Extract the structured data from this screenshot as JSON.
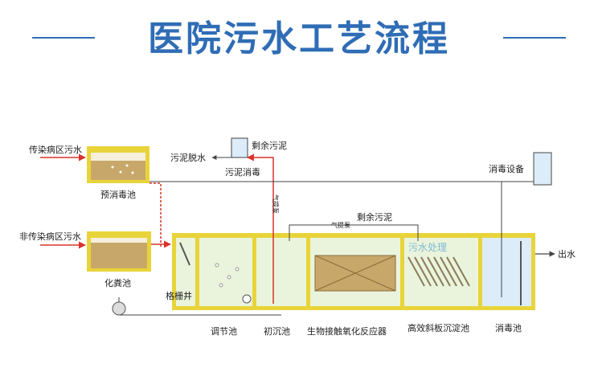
{
  "title": "医院污水工艺流程",
  "inputs": {
    "infectious": "传染病区污水",
    "non_infectious": "非传染病区污水"
  },
  "tanks": {
    "pre_disinfection": "预消毒池",
    "septic": "化粪池",
    "screen_well": "格栅井",
    "regulating": "调节池",
    "primary_settling": "初沉池",
    "bio_contact": "生物接触氧化反应器",
    "inclined_plate": "高效斜板沉淀池",
    "disinfection": "消毒池"
  },
  "labels": {
    "surplus_sludge_top": "剩余污泥",
    "sludge_dewatering": "污泥脱水",
    "sludge_disinfection": "污泥消毒",
    "disinfection_equipment": "消毒设备",
    "surplus_sludge_mid": "剩余污泥",
    "outlet": "出水",
    "air_lift_1": "气提泵",
    "air_lift_2": "气提泵",
    "watermark": "污水处理"
  },
  "colors": {
    "title": "#2f6db5",
    "tank_border": "#e8d43a",
    "water_green": "#eaf4dc",
    "water_blue": "#dcecf8",
    "sludge_brown": "#c8a86a",
    "flow_red": "#d9342b",
    "pipe_gray": "#555555"
  }
}
